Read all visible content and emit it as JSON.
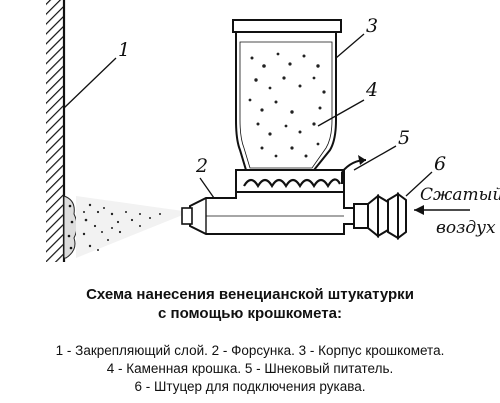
{
  "labels": {
    "n1": "1",
    "n2": "2",
    "n3": "3",
    "n4": "4",
    "n5": "5",
    "n6": "6",
    "air_line1": "Сжатый",
    "air_line2": "воздух"
  },
  "caption": {
    "title_line1": "Схема нанесения венецианской штукатурки",
    "title_line2": "с помощью крошкомета:",
    "legend": [
      "1 - Закрепляющий слой. 2 - Форсунка. 3 - Корпус крошкомета.",
      "4 - Каменная крошка. 5 - Шнековый питатель.",
      "6 - Штуцер для подключения рукава."
    ]
  }
}
